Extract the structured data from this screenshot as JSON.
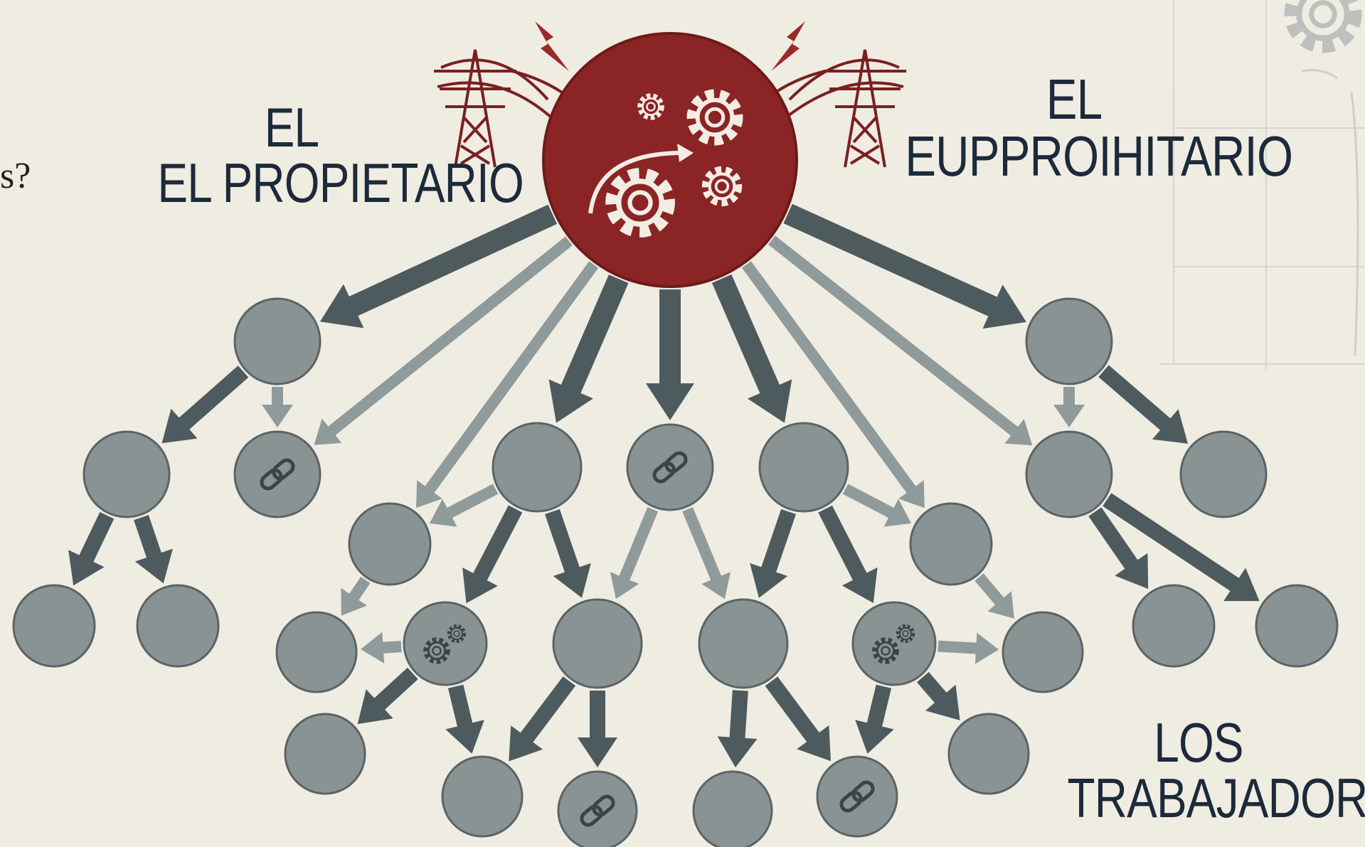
{
  "labels": {
    "left_owner_line1": "EL",
    "left_owner_line2": "EL PROPIETARIO",
    "right_owner_line1": "EL",
    "right_owner_line2": "EUPPROIHITARIO",
    "workers_line1": "LOS",
    "workers_line2": "TRABAJADORES"
  },
  "fragments": {
    "cropped_question": "s?"
  },
  "colors": {
    "background": "#efece2",
    "hub": "#8b2424",
    "node_fill": "#8a9394",
    "node_stroke": "#5a6466",
    "arrow_dark": "#4d5b5e",
    "arrow_light": "#8f9a9b",
    "label_text": "#1c2a3a",
    "tower": "#7a2020"
  },
  "icons": [
    "gears-icon",
    "chain-link-icon",
    "power-tower-icon",
    "lightning-icon",
    "cycle-arrow-icon"
  ]
}
